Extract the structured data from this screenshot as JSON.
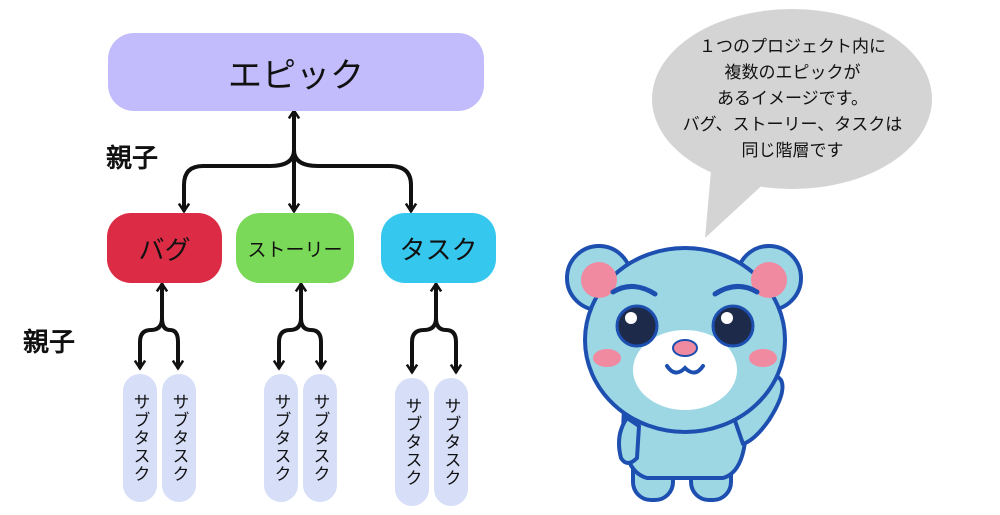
{
  "colors": {
    "epic": "#c3bcfc",
    "bug": "#dc2b44",
    "story": "#7ad958",
    "task": "#36c7ef",
    "subtask": "#d6def8",
    "bubble": "#d4d4d4",
    "bear_body": "#9dd7e4",
    "bear_outline": "#1d4fb0",
    "bear_cheek": "#f08aa1"
  },
  "diagram": {
    "epic_label": "エピック",
    "relation_label_top": "親子",
    "relation_label_bottom": "親子",
    "children": [
      {
        "label": "バグ",
        "color_key": "bug"
      },
      {
        "label": "ストーリー",
        "color_key": "story"
      },
      {
        "label": "タスク",
        "color_key": "task"
      }
    ],
    "subtask_label": "サブタスク"
  },
  "bubble": {
    "lines": [
      "１つのプロジェクト内に",
      "複数のエピックが",
      "あるイメージです。",
      "バグ、ストーリー、タスクは",
      "同じ階層です"
    ]
  }
}
